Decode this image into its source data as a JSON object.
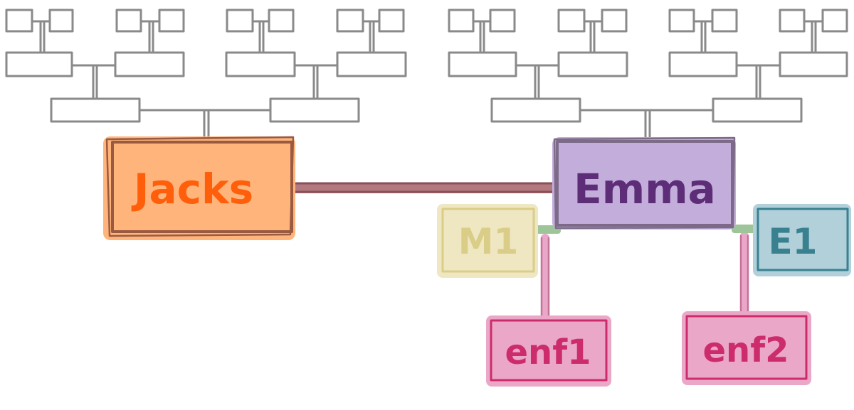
{
  "colors": {
    "ancestor_line": "#8a8a8a",
    "jacks": "#ff5f0a",
    "jacks_glow": "#ffb47c",
    "jacks_edge": "#9a5a40",
    "emma": "#5e2d78",
    "emma_glow": "#c3aedb",
    "emma_edge": "#7c6a88",
    "couple_link": "#b27a7e",
    "couple_link_edge": "#8a5058",
    "m1": "#d9cd88",
    "m1_glow": "#eee7c2",
    "e1": "#3a8190",
    "e1_glow": "#b1d0da",
    "child": "#cc2c6c",
    "child_glow": "#eba7c7",
    "child_link": "#c4729a",
    "union_link": "#9ec59a"
  },
  "nodes": {
    "jacks": {
      "label": "Jacks"
    },
    "emma": {
      "label": "Emma"
    },
    "m1": {
      "label": "M1"
    },
    "e1": {
      "label": "E1"
    },
    "enf1": {
      "label": "enf1"
    },
    "enf2": {
      "label": "enf2"
    }
  }
}
